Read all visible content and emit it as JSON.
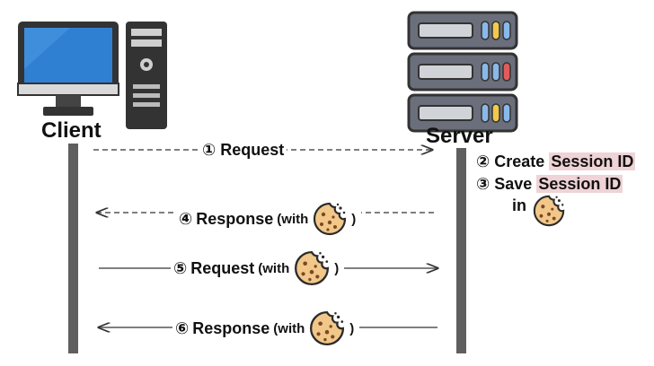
{
  "actors": {
    "client": "Client",
    "server": "Server"
  },
  "steps": {
    "s1": {
      "num": "①",
      "text": "Request"
    },
    "s2": {
      "num": "②",
      "text": "Create",
      "highlight": "Session ID"
    },
    "s3": {
      "num": "③",
      "text": "Save",
      "highlight": "Session ID",
      "suffix": "in"
    },
    "s4": {
      "num": "④",
      "text": "Response",
      "with": "(with",
      "close": ")"
    },
    "s5": {
      "num": "⑤",
      "text": "Request",
      "with": "(with",
      "close": ")"
    },
    "s6": {
      "num": "⑥",
      "text": "Response",
      "with": "(with",
      "close": ")"
    }
  },
  "icons": {
    "client": "desktop-computer-icon",
    "server": "server-rack-icon",
    "cookie": "cookie-icon"
  },
  "colors": {
    "lifeline": "#5f5f5f",
    "highlight": "#efd3d6",
    "monitor": "#2f7fd3",
    "cookie": "#f2c78a",
    "server_body": "#6b6f7b"
  }
}
